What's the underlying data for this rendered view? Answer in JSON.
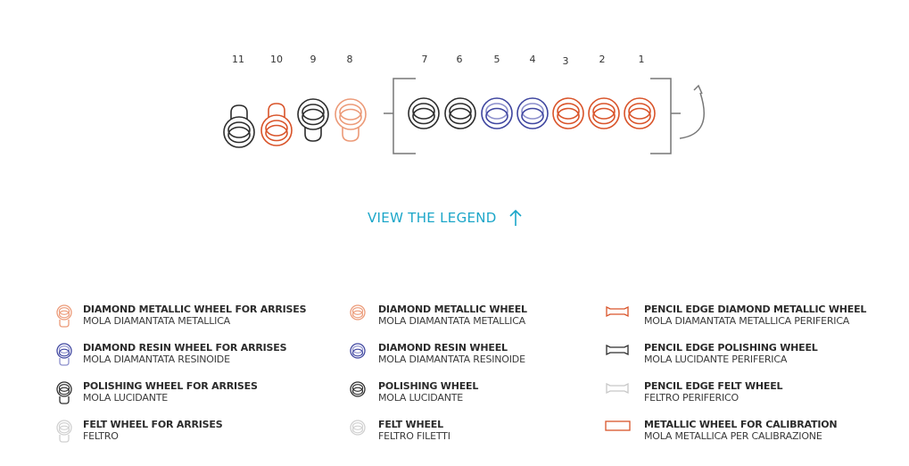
{
  "colors": {
    "orange": "#d9542a",
    "light_orange": "#ec9a78",
    "blue": "#3f46a0",
    "light_blue": "#8c8fcc",
    "black": "#2d2d2d",
    "grey": "#c8c8c8",
    "accent": "#1ba6c9"
  },
  "diagram": {
    "positions": [
      "11",
      "10",
      "9",
      "8",
      "7",
      "6",
      "5",
      "4",
      "3",
      "2",
      "1"
    ]
  },
  "view_legend": {
    "label": "VIEW THE LEGEND",
    "icon": "arrow-up-icon"
  },
  "legend": {
    "col1": [
      {
        "title": "DIAMOND METALLIC WHEEL FOR  ARRISES",
        "subtitle": "MOLA DIAMANTATA METALLICA",
        "icon": "arris-wheel-orange-icon"
      },
      {
        "title": "DIAMOND RESIN WHEEL FOR ARRISES",
        "subtitle": "MOLA DIAMANTATA RESINOIDE",
        "icon": "arris-wheel-blue-icon"
      },
      {
        "title": "POLISHING WHEEL FOR ARRISES",
        "subtitle": "MOLA LUCIDANTE",
        "icon": "arris-wheel-black-icon"
      },
      {
        "title": "FELT WHEEL FOR ARRISES",
        "subtitle": "FELTRO",
        "icon": "arris-wheel-grey-icon"
      }
    ],
    "col2": [
      {
        "title": "DIAMOND METALLIC WHEEL",
        "subtitle": "MOLA DIAMANTATA METALLICA",
        "icon": "wheel-orange-icon"
      },
      {
        "title": "DIAMOND RESIN WHEEL",
        "subtitle": "MOLA DIAMANTATA RESINOIDE",
        "icon": "wheel-blue-icon"
      },
      {
        "title": "POLISHING WHEEL",
        "subtitle": "MOLA LUCIDANTE",
        "icon": "wheel-black-icon"
      },
      {
        "title": "FELT WHEEL",
        "subtitle": "FELTRO FILETTI",
        "icon": "wheel-grey-icon"
      }
    ],
    "col3": [
      {
        "title": "PENCIL EDGE DIAMOND METALLIC WHEEL",
        "subtitle": "MOLA DIAMANTATA METALLICA PERIFERICA",
        "icon": "pencil-edge-orange-icon"
      },
      {
        "title": "PENCIL EDGE POLISHING WHEEL",
        "subtitle": "MOLA LUCIDANTE PERIFERICA",
        "icon": "pencil-edge-black-icon"
      },
      {
        "title": "PENCIL EDGE FELT WHEEL",
        "subtitle": "FELTRO PERIFERICO",
        "icon": "pencil-edge-grey-icon"
      },
      {
        "title": "METALLIC WHEEL FOR CALIBRATION",
        "subtitle": "MOLA METALLICA PER CALIBRAZIONE",
        "icon": "calibration-wheel-orange-icon"
      }
    ]
  }
}
